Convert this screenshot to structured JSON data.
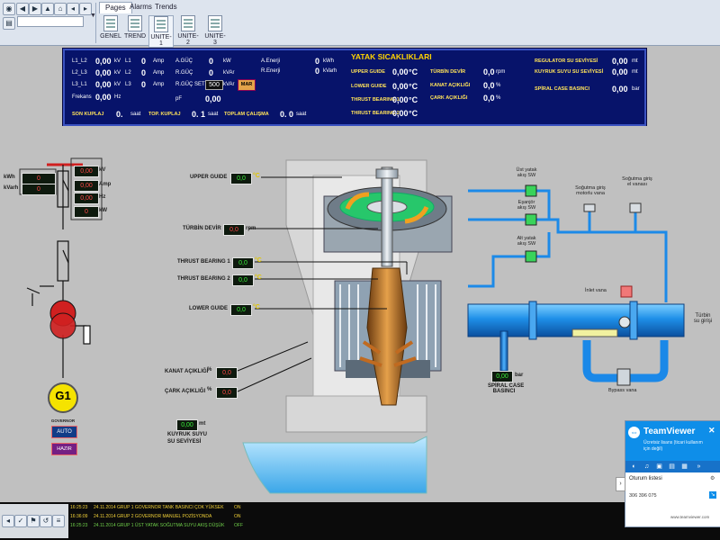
{
  "ribbon": {
    "tabs": [
      "Pages",
      "Alarms",
      "Trends"
    ],
    "pages": [
      "GENEL",
      "TREND",
      "UNITE-1",
      "UNITE-2",
      "UNITE-3"
    ]
  },
  "info": {
    "l1_l2": "L1_L2",
    "l2_l3": "L2_L3",
    "l3_l1": "L3_L1",
    "frekans": "Frekans",
    "v_l12": "0,00",
    "v_l23": "0,00",
    "v_l31": "0,00",
    "v_frek": "0,00",
    "kv": "kV",
    "hz": "Hz",
    "l1": "L1",
    "l2": "L2",
    "l3": "L3",
    "i_l1": "0",
    "i_l2": "0",
    "i_l3": "0",
    "amp": "Amp",
    "aguc": "A.GÜÇ",
    "rguc": "R.GÜÇ",
    "rguc_set": "R.GÜÇ SET",
    "pf": "pF",
    "aguc_val": "0",
    "rguc_val": "0",
    "rguc_set_val": "500",
    "pf_val": "0,00",
    "kw": "kW",
    "kvar": "kVAr",
    "kvar2": "kVAr",
    "mar": "MAR",
    "aenerji": "A.Enerji",
    "renerji": "R.Enerji",
    "aenerji_val": "0",
    "renerji_val": "0",
    "kwh": "kWh",
    "kvarh": "kVarh",
    "son_kuplaj": "SON KUPLAJ",
    "son_kuplaj_val": "0.",
    "saat1": "saat",
    "top_kuplaj": "TOP. KUPLAJ",
    "top_kuplaj_val": "0.",
    "one": "1",
    "saat2": "saat",
    "toplam_calisma": "TOPLAM ÇALIŞMA",
    "toplam_calisma_val": "0.",
    "zero": "0",
    "saat3": "saat",
    "yatak_title": "YATAK SICAKLIKLARI",
    "upper_guide": "UPPER GUIDE",
    "lower_guide": "LOWER GUIDE",
    "thrust1": "THRUST BEARING 1",
    "thrust2": "THRUST BEARING 2",
    "ug_val": "0,00",
    "lg_val": "0,00",
    "t1_val": "0,00",
    "t2_val": "0,00",
    "degc": "°C",
    "turbin_devir": "TÜRBİN DEVİR",
    "turbin_devir_val": "0,0",
    "rpm": "rpm",
    "kanat": "KANAT AÇIKLIĞI",
    "kanat_val": "0,0",
    "cark": "ÇARK AÇIKLIĞI",
    "cark_val": "0,0",
    "pct": "%",
    "regulator": "REGULATOR SU SEVİYESİ",
    "regulator_val": "0,00",
    "mt": "mt",
    "kuyruk": "KUYRUK SUYU SU SEVİYESİ",
    "kuyruk_val": "0,00",
    "mt2": "mt",
    "spiral": "SPİRAL CASE BASINCI",
    "spiral_val": "0,00",
    "bar": "bar"
  },
  "left": {
    "kwh": "kWh",
    "kvarh": "kVarh",
    "kwh_val": "0",
    "kvarh_val": "0",
    "m1": "0,00",
    "m1u": "kV",
    "m2": "0,00",
    "m2u": "Amp",
    "m3": "0,00",
    "m3u": "Hz",
    "m4": "0",
    "m4u": "kW",
    "g1": "G1",
    "governor": "GOVERNOR",
    "auto": "AUTO",
    "hazir": "HAZIR"
  },
  "turbine": {
    "upper_guide": "UPPER GUIDE",
    "upper_guide_val": "0,0",
    "turbin_devir": "TÜRBİN DEVİR",
    "turbin_devir_val": "0,0",
    "rpm": "rpm",
    "thrust1": "THRUST BEARING 1",
    "thrust1_val": "0,0",
    "thrust2": "THRUST BEARING 2",
    "thrust2_val": "0,0",
    "lower_guide": "LOWER GUIDE",
    "lower_guide_val": "0,0",
    "kanat": "KANAT AÇIKLIĞI",
    "kanat_val": "0,0",
    "cark": "ÇARK AÇIKLIĞI",
    "cark_val": "0,0",
    "pct": "%",
    "degc": "°C",
    "kuyruk1": "KUYRUK SUYU",
    "kuyruk2": "SU SEVİYESİ",
    "kuyruk_val": "0,00",
    "mt": "mt"
  },
  "piping": {
    "ust_yatak": [
      "Üst yatak",
      "akış SW"
    ],
    "esanjor": [
      "Eşanjör",
      "akış SW"
    ],
    "alt_yatak": [
      "Alt yatak",
      "akış SW"
    ],
    "sogutma_motor": [
      "Soğutma giriş",
      "motorlu vana"
    ],
    "sogutma_el": [
      "Soğutma giriş",
      "el vanası"
    ],
    "inlet_vana": "İnlet vana",
    "turbin_su": [
      "Türbin",
      "su girişi"
    ],
    "bypass": "Bypass vana",
    "spiral_val": "0,00",
    "bar": "bar",
    "spiral_lbl": [
      "SPİRAL CASE",
      "BASINCI"
    ]
  },
  "alarms": [
    {
      "time": "16:25:23",
      "date": "24.11.2014",
      "msg": "GRUP 1 GOVERNOR TANK BASINCI ÇOK YÜKSEK",
      "state": "ON",
      "color": "#f0d038"
    },
    {
      "time": "16:36:09",
      "date": "24.11.2014",
      "msg": "GRUP 2 GOVERNOR MANUEL POZİSYONDA",
      "state": "ON",
      "color": "#f0d038"
    },
    {
      "time": "16:25:23",
      "date": "24.11.2014",
      "msg": "GRUP 1 ÜST YATAK SOĞUTMA SUYU AKIŞ DÜŞÜK",
      "state": "OFF",
      "color": "#6fcf4a"
    }
  ],
  "teamviewer": {
    "title": "TeamViewer",
    "line1": "Ücretsiz lisans (ticari kullanım",
    "line2": "için değil)",
    "oturum": "Oturum listesi",
    "id": "306 396 075",
    "footer": "www.teamviewer.com"
  }
}
